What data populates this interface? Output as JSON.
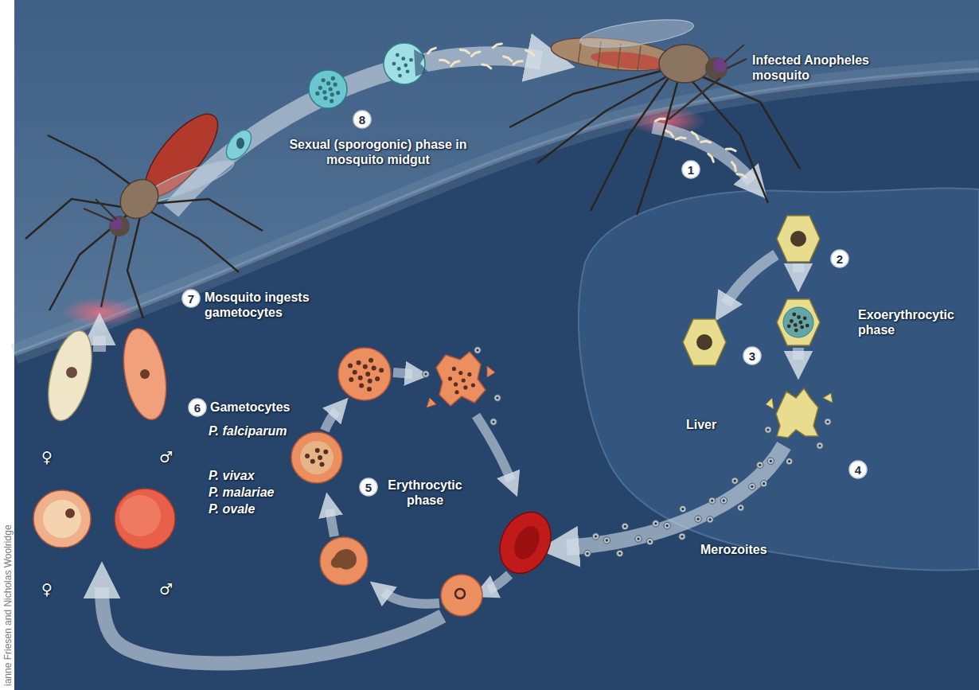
{
  "diagram": {
    "nodes": [
      {
        "text": [
          "1"
        ]
      },
      {
        "text": [
          "2"
        ]
      },
      {
        "text": [
          "3"
        ]
      },
      {
        "text": [
          "4"
        ]
      },
      {
        "text": [
          "5"
        ]
      },
      {
        "text": [
          "6"
        ]
      },
      {
        "text": [
          "7"
        ]
      },
      {
        "text": [
          "8"
        ]
      }
    ],
    "labels": [
      "Infected Anopheles mosquito",
      "Sexual (sporogonic) phase in mosquito midgut",
      "Exoerythrocytic phase",
      "Liver",
      "Merozoites",
      "Erythrocytic phase",
      "Gametocytes",
      "P. falciparum",
      "P. vivax",
      "P. malariae",
      "P. ovale",
      "Mosquito ingests gametocytes",
      "♀",
      "♂",
      "♀",
      "♂",
      "ianne Friesen and Nicholas Woolridge"
    ]
  }
}
